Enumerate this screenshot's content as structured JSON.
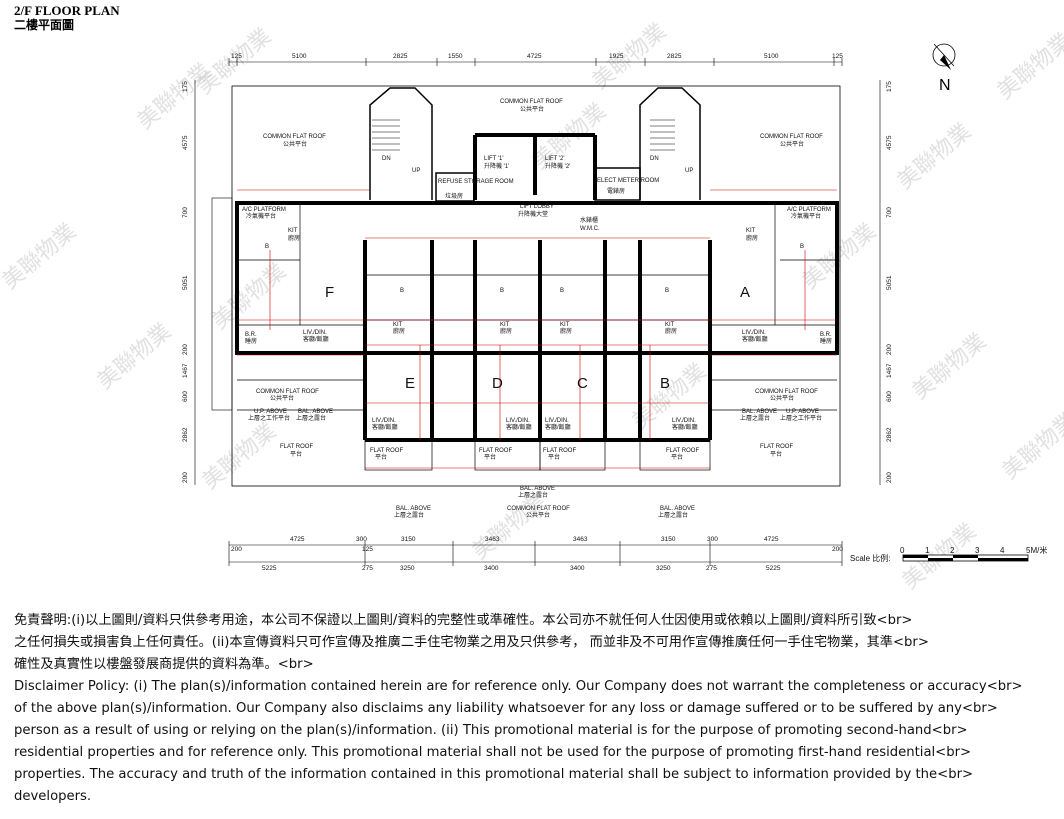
{
  "plan": {
    "title_en": "2/F FLOOR PLAN",
    "title_cn": "二樓平面圖",
    "north_label": "N",
    "units": [
      "F",
      "E",
      "D",
      "C",
      "B",
      "A"
    ],
    "rooms": {
      "common_flat_roof": "COMMON FLAT ROOF",
      "common_flat_roof_cn": "公共平台",
      "refuse_room": "REFUSE STORAGE ROOM",
      "refuse_room_cn": "垃圾房",
      "lift1": "LIFT '1'",
      "lift1_cn": "升降機 '1'",
      "lift2": "LIFT '2'",
      "lift2_cn": "升降機 '2'",
      "meter_room": "ELECT METER ROOM",
      "meter_room_cn": "電錶房",
      "lift_lobby": "LIFT LOBBY",
      "lift_lobby_cn": "升降機大堂",
      "wmc": "W.M.C.",
      "wmc_cn": "水錶櫃",
      "ac_platform": "A/C PLATFORM",
      "ac_platform_cn": "冷氣機平台",
      "kit": "KIT",
      "kit_cn": "廚房",
      "br": "B.R.",
      "br_cn": "睡房",
      "livdin": "LIV./DIN.",
      "livdin_cn": "客廳/飯廳",
      "flat_roof": "FLAT ROOF",
      "flat_roof_cn": "平台",
      "up_above": "U.P. ABOVE",
      "up_above_cn": "上層之工作平台",
      "bal_above": "BAL. ABOVE",
      "bal_above_cn": "上層之露台",
      "dn": "DN",
      "up": "UP",
      "bath": "B"
    },
    "top_dims": [
      "125",
      "5100",
      "2825",
      "1550",
      "4725",
      "1925",
      "2825",
      "5100",
      "125"
    ],
    "bottom_dims_1": [
      "200",
      "4725",
      "300",
      "125",
      "3150",
      "3463",
      "3463",
      "3150",
      "300",
      "4725",
      "200"
    ],
    "bottom_dims_2": [
      "5225",
      "275",
      "3250",
      "3400",
      "3400",
      "3250",
      "275",
      "5225"
    ],
    "left_dims": [
      "175",
      "4575",
      "700",
      "5051",
      "200",
      "1467",
      "600",
      "2862",
      "200"
    ],
    "right_dims": [
      "175",
      "4575",
      "700",
      "5051",
      "200",
      "1467",
      "600",
      "2862",
      "200"
    ],
    "scale_label": "Scale 比例:",
    "scale_ticks": [
      "0",
      "1",
      "2",
      "3",
      "4",
      "5M/米"
    ]
  },
  "watermark": "美聯物業",
  "disclaimer": {
    "cn_line1": "免責聲明:(i)以上圖則/資料只供參考用途，本公司不保證以上圖則/資料的完整性或準確性。本公司亦不就任何人仕因使用或依賴以上圖則/資料所引致<br>",
    "cn_line2": "之任何損失或損害負上任何責任。(ii)本宣傳資料只可作宣傳及推廣二手住宅物業之用及只供參考， 而並非及不可用作宣傳推廣任何一手住宅物業，其準<br>",
    "cn_line3": "確性及真實性以樓盤發展商提供的資料為準。<br>",
    "en_line1": "Disclaimer Policy: (i) The plan(s)/information contained herein are for reference only. Our Company does not warrant the completeness or accuracy<br>",
    "en_line2": "of the above plan(s)/information. Our Company also disclaims any liability whatsoever for any loss or damage suffered or to be suffered by any<br>",
    "en_line3": "person as a result of using or relying on the plan(s)/information. (ii) This promotional material is for the purpose of promoting second-hand<br>",
    "en_line4": "residential properties and for reference only. This promotional material shall not be used for the purpose of promoting first-hand residential<br>",
    "en_line5": "properties. The accuracy and truth of the information contained in this promotional material shall be subject to information provided by the<br>",
    "en_line6": "developers."
  }
}
